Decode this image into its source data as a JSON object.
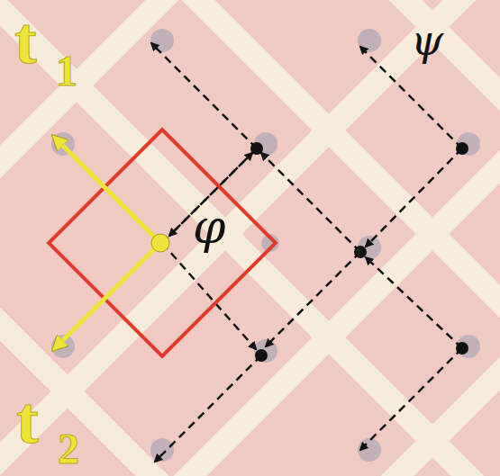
{
  "diagram": {
    "labels": [
      "t",
      "1",
      "t",
      "2",
      "φ",
      "ψ"
    ]
  }
}
